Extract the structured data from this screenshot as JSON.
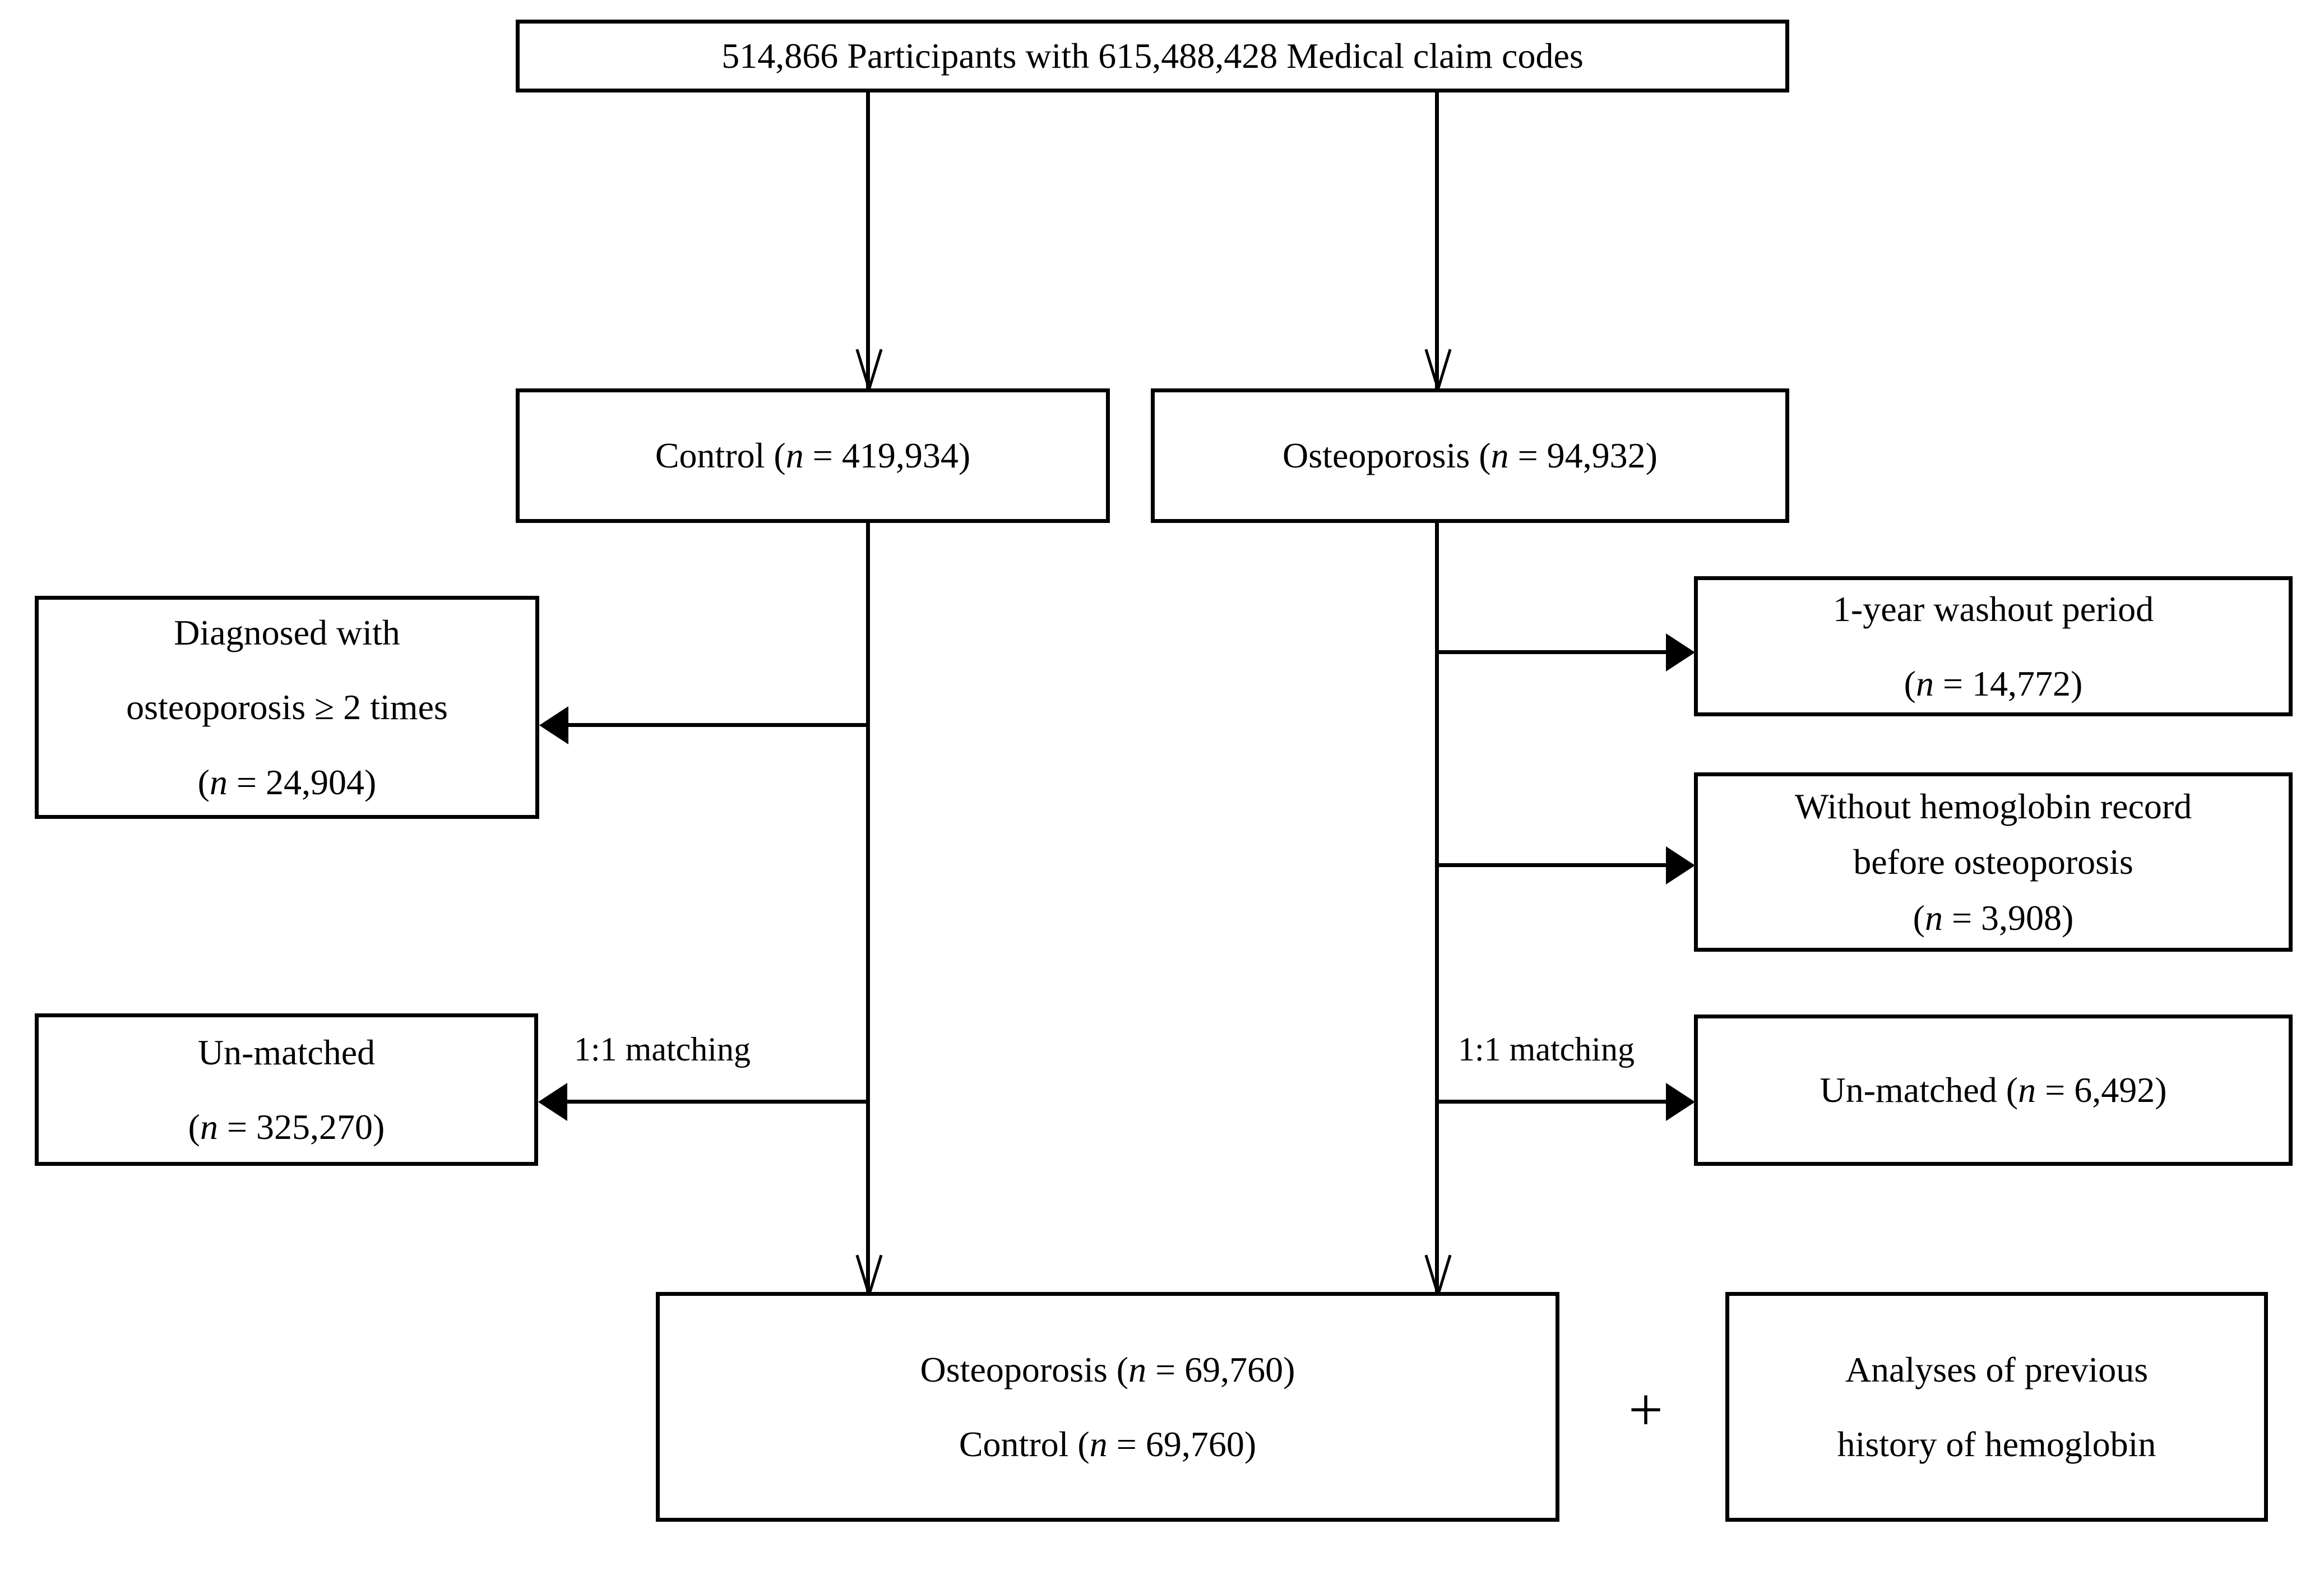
{
  "diagram": {
    "title": "Study participant selection flowchart",
    "accent_color": "#000000",
    "background_color": "#ffffff"
  },
  "nodes": {
    "source": {
      "lines": [
        "514,866 Participants with  615,488,428 Medical claim codes"
      ]
    },
    "control": {
      "lines": [
        "Control (n = 419,934)"
      ]
    },
    "osteoporosis": {
      "lines": [
        "Osteoporosis (n = 94,932)"
      ]
    },
    "diagnosed_excl": {
      "lines": [
        "Diagnosed with",
        "osteoporosis ≥ 2 times",
        "(n = 24,904)"
      ]
    },
    "washout_excl": {
      "lines": [
        "1-year washout period",
        "(n = 14,772)"
      ]
    },
    "no_hemoglobin_excl": {
      "lines": [
        "Without hemoglobin record",
        "before osteoporosis",
        "(n = 3,908)"
      ]
    },
    "unmatched_control": {
      "lines": [
        "Un-matched",
        "(n = 325,270)"
      ]
    },
    "unmatched_osteo": {
      "lines": [
        "Un-matched (n = 6,492)"
      ]
    },
    "final_cohort": {
      "lines": [
        "Osteoporosis (n = 69,760)",
        "Control (n =  69,760)"
      ]
    },
    "analyses": {
      "lines": [
        "Analyses of previous",
        "history of hemoglobin"
      ]
    }
  },
  "edge_labels": {
    "matching_left": "1:1 matching",
    "matching_right": "1:1 matching"
  },
  "symbols": {
    "plus": "+"
  }
}
